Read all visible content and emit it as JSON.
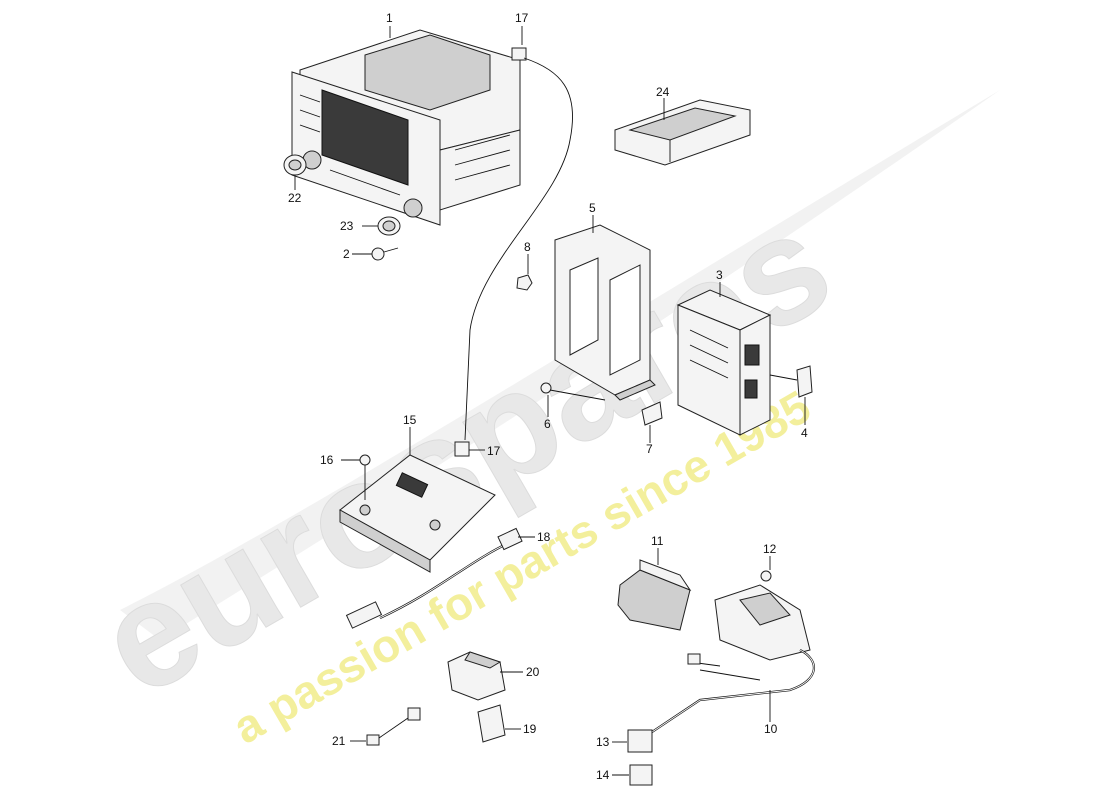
{
  "watermark": {
    "brand": "eurospares",
    "tagline": "a passion for parts since 1985",
    "brand_color": "#e6e6e6",
    "tagline_color": "#f3ef9c"
  },
  "callouts": {
    "c1": "1",
    "c2": "2",
    "c3": "3",
    "c4": "4",
    "c5": "5",
    "c6": "6",
    "c7": "7",
    "c8": "8",
    "c10": "10",
    "c11": "11",
    "c12": "12",
    "c13": "13",
    "c14": "14",
    "c15": "15",
    "c16": "16",
    "c17a": "17",
    "c17b": "17",
    "c18": "18",
    "c19": "19",
    "c20": "20",
    "c21": "21",
    "c22": "22",
    "c23": "23",
    "c24": "24"
  }
}
